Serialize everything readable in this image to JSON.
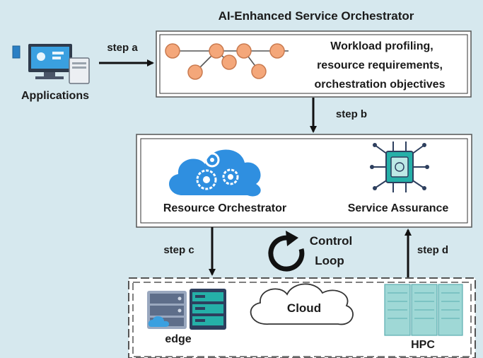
{
  "title": "AI-Enhanced Service Orchestrator",
  "applications_label": "Applications",
  "steps": {
    "a": "step a",
    "b": "step b",
    "c": "step c",
    "d": "step d"
  },
  "orchestrator_text": [
    "Workload profiling,",
    "resource requirements,",
    "orchestration objectives"
  ],
  "resource_orchestrator_label": "Resource Orchestrator",
  "service_assurance_label": "Service Assurance",
  "control_loop_label": [
    "Control",
    "Loop"
  ],
  "cloud_label": "Cloud",
  "edge_label": "edge",
  "hpc_label": "HPC",
  "colors": {
    "background": "#d6e8ee",
    "node_orange": "#f4a77a",
    "node_stroke": "#c97a4f",
    "cloud_blue": "#2f8fe0",
    "chip_teal": "#25b0a8",
    "server_navy": "#2d3f5e",
    "hpc_teal": "#9fd8d6"
  },
  "icons": [
    "computer-icon",
    "workflow-graph-icon",
    "gear-cloud-icon",
    "ai-chip-icon",
    "refresh-loop-icon",
    "server-rack-icon",
    "cloud-icon",
    "hpc-cluster-icon"
  ]
}
